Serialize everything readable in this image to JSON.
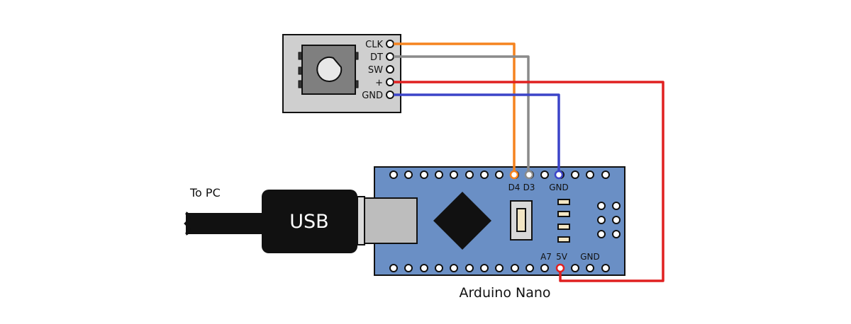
{
  "encoder": {
    "pins": [
      "CLK",
      "DT",
      "SW",
      "+",
      "GND"
    ]
  },
  "nano": {
    "title": "Arduino Nano",
    "top_labels": {
      "d4": "D4",
      "d3": "D3",
      "gnd": "GND"
    },
    "bottom_labels": {
      "a7": "A7",
      "v5": "5V",
      "gnd": "GND"
    }
  },
  "usb": {
    "label": "USB",
    "cable_label": "To PC"
  },
  "colors": {
    "clk_wire": "#f5831f",
    "dt_wire": "#8a8a8a",
    "vcc_wire": "#e02020",
    "gnd_wire": "#3b44c8",
    "board": "#6a8fc5",
    "encoder_pcb": "#cfcfcf"
  }
}
